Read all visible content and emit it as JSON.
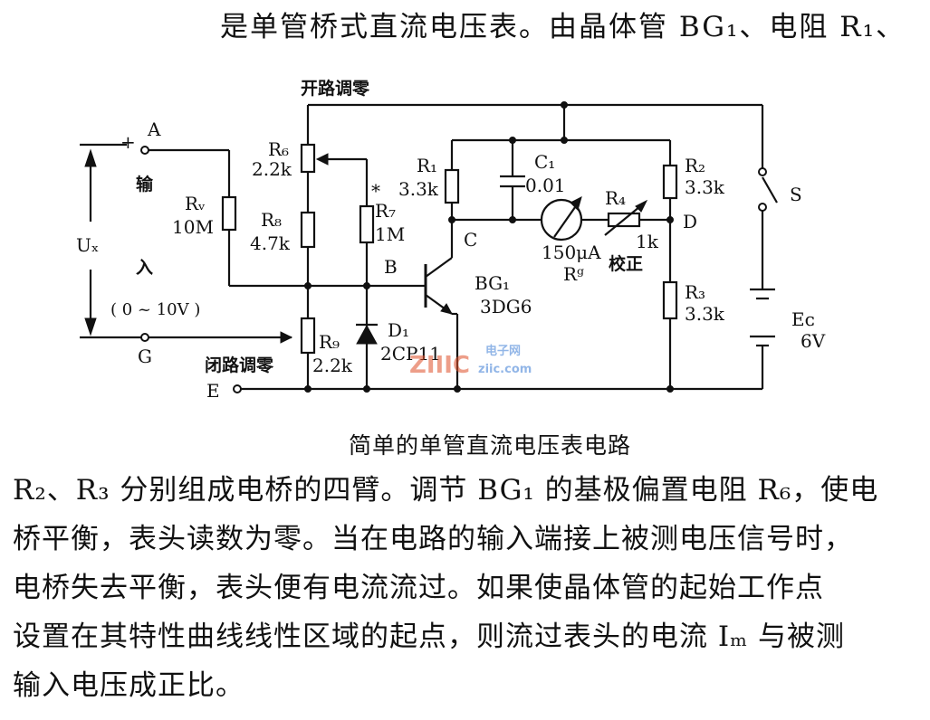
{
  "top_text": "是单管桥式直流电压表。由晶体管 BG₁、电阻 R₁、",
  "caption": "简单的单管直流电压表电路",
  "paragraph": [
    "R₂、R₃ 分别组成电桥的四臂。调节 BG₁ 的基极偏置电阻 R₆，使电",
    "桥平衡，表头读数为零。当在电路的输入端接上被测电压信号时，",
    "电桥失去平衡，表头便有电流流过。如果使晶体管的起始工作点",
    "设置在其特性曲线线性区域的起点，则流过表头的电流 Iₘ 与被测",
    "输入电压成正比。"
  ],
  "circuit": {
    "open_zero": "开路调零",
    "closed_zero": "闭路调零",
    "node_A": "A",
    "node_G": "G",
    "node_E": "E",
    "node_B": "B",
    "node_C": "C",
    "node_D": "D",
    "plus": "+",
    "input_top": "输",
    "input_bottom": "入",
    "ux": "Uₓ",
    "range": "( 0 ~ 10V )",
    "rv_name": "Rᵥ",
    "rv_value": "10M",
    "r6_name": "R₆",
    "r6_value": "2.2k",
    "r8_name": "R₈",
    "r8_value": "4.7k",
    "r7_name": "R₇",
    "r7_value": "1M",
    "r7_star": "*",
    "r9_name": "R₉",
    "r9_value": "2.2k",
    "r1_name": "R₁",
    "r1_value": "3.3k",
    "c1_name": "C₁",
    "c1_value": "0.01",
    "r4_name": "R₄",
    "r4_value": "1k",
    "calib": "校正",
    "meter_value": "150μA",
    "rg_name": "Rᵍ",
    "r2_name": "R₂",
    "r2_value": "3.3k",
    "r3_name": "R₃",
    "r3_value": "3.3k",
    "switch_name": "S",
    "battery_name": "Eᴄ",
    "battery_value": "6V",
    "bg_name": "BG₁",
    "bg_type": "3DG6",
    "d1_name": "D₁",
    "d1_type": "2CP11"
  },
  "watermark": {
    "logo": "ZIIIC",
    "cn": "电子网",
    "url": "ziic.com"
  }
}
